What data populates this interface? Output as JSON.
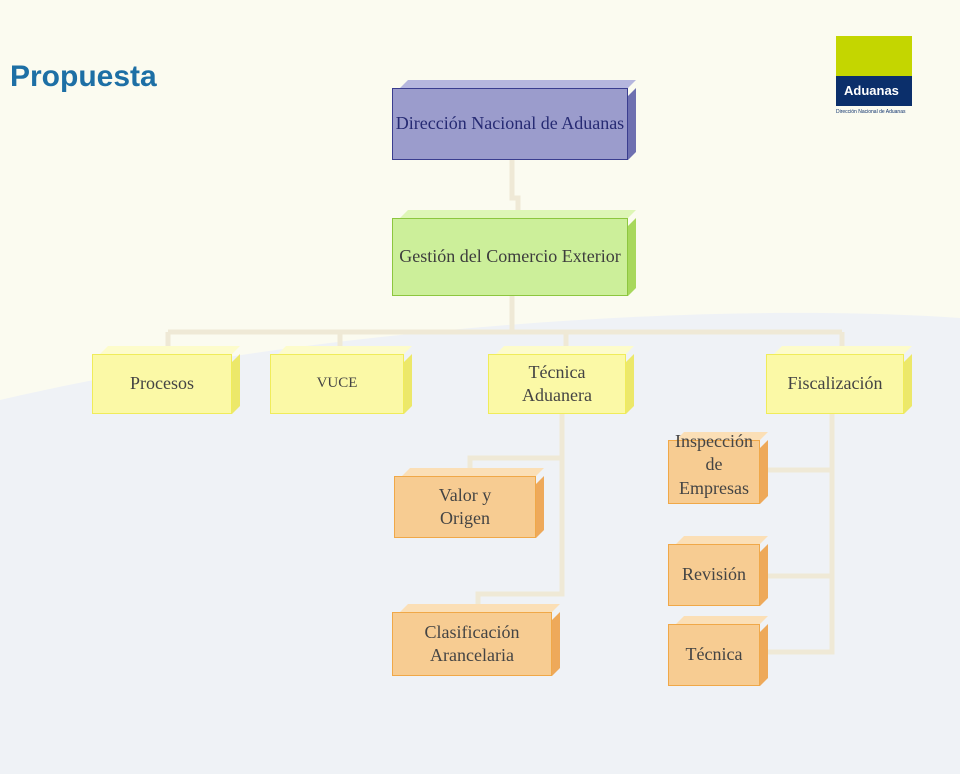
{
  "title": "Propuesta",
  "logo": {
    "name": "Aduanas",
    "subtitle": "Dirección Nacional de Aduanas"
  },
  "colors": {
    "title": "#1d6fa5",
    "director": "#9b9ccc",
    "management": "#ccef9a",
    "department": "#fbf9a6",
    "unit": "#f7cc92"
  },
  "org_chart": {
    "root": "Dirección Nacional de Aduanas",
    "management": "Gestión del Comercio Exterior",
    "departments": [
      {
        "label": "Procesos",
        "children": []
      },
      {
        "label": "VUCE",
        "children": []
      },
      {
        "label": "Técnica\nAduanera",
        "children": [
          "Valor y\nOrigen",
          "Clasificación\nArancelaria"
        ]
      },
      {
        "label": "Fiscalización",
        "children": [
          "Inspección de\nEmpresas",
          "Revisión",
          "Técnica"
        ]
      }
    ]
  }
}
